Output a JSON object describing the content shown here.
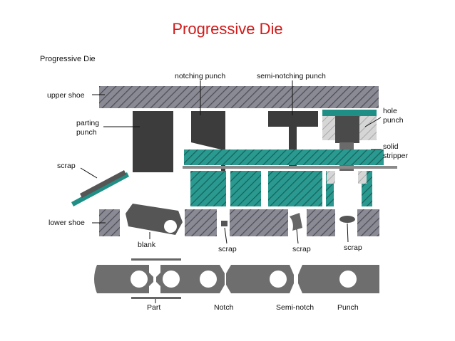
{
  "title": "Progressive Die",
  "subtitle": "Progressive Die",
  "labels": {
    "notching_punch": "notching punch",
    "semi_notching_punch": "semi-notching punch",
    "upper_shoe": "upper shoe",
    "parting_punch_1": "parting",
    "parting_punch_2": "punch",
    "hole_punch_1": "hole",
    "hole_punch_2": "punch",
    "solid_stripper_1": "solid",
    "solid_stripper_2": "stripper",
    "scrap_left": "scrap",
    "lower_shoe": "lower shoe",
    "blank": "blank",
    "scrap_notch": "scrap",
    "scrap_semi": "scrap",
    "scrap_hole": "scrap"
  },
  "strip_labels": {
    "part": "Part",
    "notch": "Notch",
    "semi_notch": "Semi-notch",
    "punch": "Punch"
  },
  "colors": {
    "title": "#d21a1a",
    "hatch_gray": "#7a7a84",
    "teal": "#1f8f86",
    "dark": "#3c3c3c",
    "light_gray": "#c9c9c9"
  }
}
